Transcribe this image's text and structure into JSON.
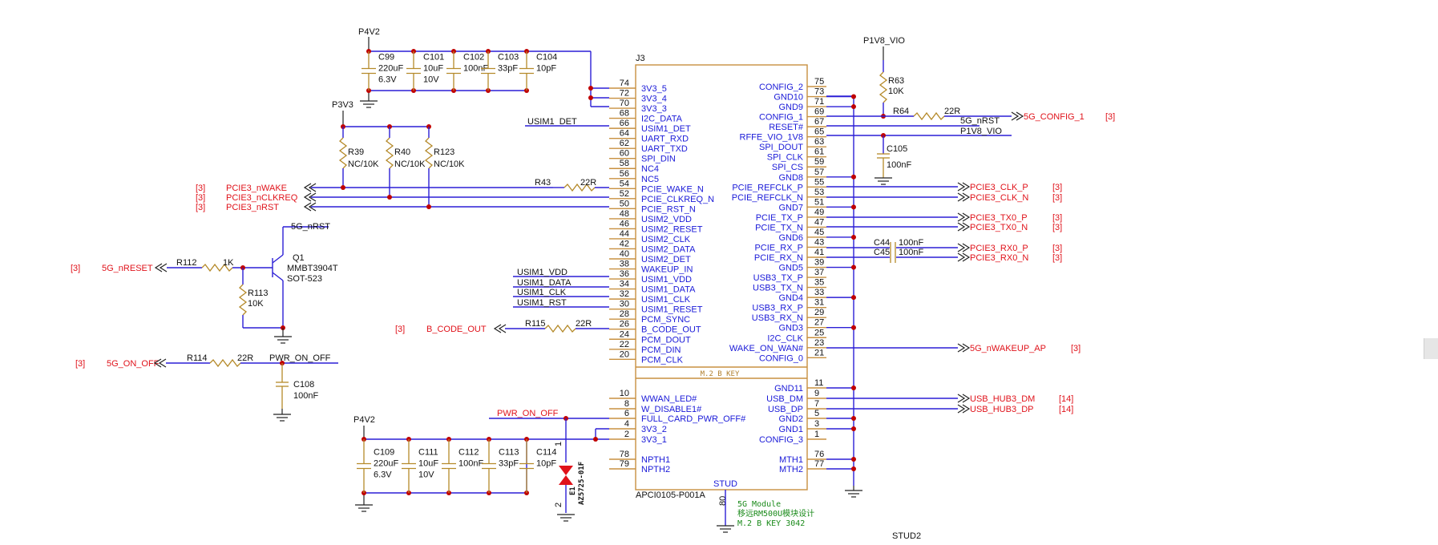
{
  "connector": {
    "ref": "J3",
    "part": "APCI0105-P001A",
    "key_label": "M.2 B KEY",
    "stud_label": "STUD",
    "stud_pin": "80",
    "stud2_label": "STUD2",
    "left_pins": [
      {
        "num": "74",
        "name": "3V3_5"
      },
      {
        "num": "72",
        "name": "3V3_4"
      },
      {
        "num": "70",
        "name": "3V3_3"
      },
      {
        "num": "68",
        "name": "I2C_DATA"
      },
      {
        "num": "66",
        "name": "USIM1_DET"
      },
      {
        "num": "64",
        "name": "UART_RXD"
      },
      {
        "num": "62",
        "name": "UART_TXD"
      },
      {
        "num": "60",
        "name": "SPI_DIN"
      },
      {
        "num": "58",
        "name": "NC4"
      },
      {
        "num": "56",
        "name": "NC5"
      },
      {
        "num": "54",
        "name": "PCIE_WAKE_N"
      },
      {
        "num": "52",
        "name": "PCIE_CLKREQ_N"
      },
      {
        "num": "50",
        "name": "PCIE_RST_N"
      },
      {
        "num": "48",
        "name": "USIM2_VDD"
      },
      {
        "num": "46",
        "name": "USIM2_RESET"
      },
      {
        "num": "44",
        "name": "USIM2_CLK"
      },
      {
        "num": "42",
        "name": "USIM2_DATA"
      },
      {
        "num": "40",
        "name": "USIM2_DET"
      },
      {
        "num": "38",
        "name": "WAKEUP_IN"
      },
      {
        "num": "36",
        "name": "USIM1_VDD"
      },
      {
        "num": "34",
        "name": "USIM1_DATA"
      },
      {
        "num": "32",
        "name": "USIM1_CLK"
      },
      {
        "num": "30",
        "name": "USIM1_RESET"
      },
      {
        "num": "28",
        "name": "PCM_SYNC"
      },
      {
        "num": "26",
        "name": "B_CODE_OUT"
      },
      {
        "num": "24",
        "name": "PCM_DOUT"
      },
      {
        "num": "22",
        "name": "PCM_DIN"
      },
      {
        "num": "20",
        "name": "PCM_CLK"
      },
      {
        "num": "10",
        "name": "WWAN_LED#"
      },
      {
        "num": "8",
        "name": "W_DISABLE1#"
      },
      {
        "num": "6",
        "name": "FULL_CARD_PWR_OFF#"
      },
      {
        "num": "4",
        "name": "3V3_2"
      },
      {
        "num": "2",
        "name": "3V3_1"
      },
      {
        "num": "78",
        "name": "NPTH1"
      },
      {
        "num": "79",
        "name": "NPTH2"
      }
    ],
    "right_pins": [
      {
        "num": "75",
        "name": "CONFIG_2"
      },
      {
        "num": "73",
        "name": "GND10"
      },
      {
        "num": "71",
        "name": "GND9"
      },
      {
        "num": "69",
        "name": "CONFIG_1"
      },
      {
        "num": "67",
        "name": "RESET#"
      },
      {
        "num": "65",
        "name": "RFFE_VIO_1V8"
      },
      {
        "num": "63",
        "name": "SPI_DOUT"
      },
      {
        "num": "61",
        "name": "SPI_CLK"
      },
      {
        "num": "59",
        "name": "SPI_CS"
      },
      {
        "num": "57",
        "name": "GND8"
      },
      {
        "num": "55",
        "name": "PCIE_REFCLK_P"
      },
      {
        "num": "53",
        "name": "PCIE_REFCLK_N"
      },
      {
        "num": "51",
        "name": "GND7"
      },
      {
        "num": "49",
        "name": "PCIE_TX_P"
      },
      {
        "num": "47",
        "name": "PCIE_TX_N"
      },
      {
        "num": "45",
        "name": "GND6"
      },
      {
        "num": "43",
        "name": "PCIE_RX_P"
      },
      {
        "num": "41",
        "name": "PCIE_RX_N"
      },
      {
        "num": "39",
        "name": "GND5"
      },
      {
        "num": "37",
        "name": "USB3_TX_P"
      },
      {
        "num": "35",
        "name": "USB3_TX_N"
      },
      {
        "num": "33",
        "name": "GND4"
      },
      {
        "num": "31",
        "name": "USB3_RX_P"
      },
      {
        "num": "29",
        "name": "USB3_RX_N"
      },
      {
        "num": "27",
        "name": "GND3"
      },
      {
        "num": "25",
        "name": "I2C_CLK"
      },
      {
        "num": "23",
        "name": "WAKE_ON_WAN#"
      },
      {
        "num": "21",
        "name": "CONFIG_0"
      },
      {
        "num": "11",
        "name": "GND11"
      },
      {
        "num": "9",
        "name": "USB_DM"
      },
      {
        "num": "7",
        "name": "USB_DP"
      },
      {
        "num": "5",
        "name": "GND2"
      },
      {
        "num": "3",
        "name": "GND1"
      },
      {
        "num": "1",
        "name": "CONFIG_3"
      },
      {
        "num": "76",
        "name": "MTH1"
      },
      {
        "num": "77",
        "name": "MTH2"
      }
    ]
  },
  "power": {
    "p4v2_top": "P4V2",
    "p3v3": "P3V3",
    "p1v8_vio": "P1V8_VIO",
    "p4v2_bottom": "P4V2"
  },
  "caps_top": [
    {
      "ref": "C99",
      "v1": "220uF",
      "v2": "6.3V"
    },
    {
      "ref": "C101",
      "v1": "10uF",
      "v2": "10V"
    },
    {
      "ref": "C102",
      "v1": "100nF",
      "v2": ""
    },
    {
      "ref": "C103",
      "v1": "33pF",
      "v2": ""
    },
    {
      "ref": "C104",
      "v1": "10pF",
      "v2": ""
    }
  ],
  "caps_bottom": [
    {
      "ref": "C109",
      "v1": "220uF",
      "v2": "6.3V"
    },
    {
      "ref": "C111",
      "v1": "10uF",
      "v2": "10V"
    },
    {
      "ref": "C112",
      "v1": "100nF",
      "v2": ""
    },
    {
      "ref": "C113",
      "v1": "33pF",
      "v2": ""
    },
    {
      "ref": "C114",
      "v1": "10pF",
      "v2": ""
    }
  ],
  "pullups": [
    {
      "ref": "R39",
      "val": "NC/10K"
    },
    {
      "ref": "R40",
      "val": "NC/10K"
    },
    {
      "ref": "R123",
      "val": "NC/10K"
    }
  ],
  "left_parts": {
    "r43": "R43",
    "r43_val": "22R",
    "usim1_det": "USIM1_DET",
    "q1": "Q1",
    "q1_part": "MMBT3904T",
    "q1_pkg": "SOT-523",
    "q1_net": "5G_nRST",
    "r112": "R112",
    "r112_val": "1K",
    "r113": "R113",
    "r113_val": "10K",
    "usim1_vdd": "USIM1_VDD",
    "usim1_data": "USIM1_DATA",
    "usim1_clk": "USIM1_CLK",
    "usim1_rst": "USIM1_RST",
    "r115": "R115",
    "r115_val": "22R",
    "r114": "R114",
    "r114_val": "22R",
    "pwr_on_off": "PWR_ON_OFF",
    "c108": "C108",
    "c108_val": "100nF",
    "pwr_on_off_red": "PWR_ON_OFF",
    "e1": "E1",
    "e1_part": "AZ5725-01F",
    "e1_pin1": "1",
    "e1_pin2": "2"
  },
  "left_nets": [
    {
      "ref": "[3]",
      "name": "PCIE3_nWAKE"
    },
    {
      "ref": "[3]",
      "name": "PCIE3_nCLKREQ"
    },
    {
      "ref": "[3]",
      "name": "PCIE3_nRST"
    },
    {
      "ref": "[3]",
      "name": "5G_nRESET"
    },
    {
      "ref": "[3]",
      "name": "B_CODE_OUT"
    },
    {
      "ref": "[3]",
      "name": "5G_ON_OFF"
    }
  ],
  "right_parts": {
    "r63": "R63",
    "r63_val": "10K",
    "r64": "R64",
    "r64_val": "22R",
    "c105": "C105",
    "c105_val": "100nF",
    "c44": "C44",
    "c44_val": "100nF",
    "c45": "C45",
    "c45_val": "100nF",
    "net_5g_nrst": "5G_nRST",
    "net_p1v8": "P1V8_VIO"
  },
  "right_nets": [
    {
      "name": "5G_CONFIG_1",
      "ref": "[3]"
    },
    {
      "name": "PCIE3_CLK_P",
      "ref": "[3]"
    },
    {
      "name": "PCIE3_CLK_N",
      "ref": "[3]"
    },
    {
      "name": "PCIE3_TX0_P",
      "ref": "[3]"
    },
    {
      "name": "PCIE3_TX0_N",
      "ref": "[3]"
    },
    {
      "name": "PCIE3_RX0_P",
      "ref": "[3]"
    },
    {
      "name": "PCIE3_RX0_N",
      "ref": "[3]"
    },
    {
      "name": "5G_nWAKEUP_AP",
      "ref": "[3]"
    },
    {
      "name": "USB_HUB3_DM",
      "ref": "[14]"
    },
    {
      "name": "USB_HUB3_DP",
      "ref": "[14]"
    }
  ],
  "notes": [
    "5G Module",
    "移远RM500U模块设计",
    "M.2 B KEY 3042"
  ]
}
